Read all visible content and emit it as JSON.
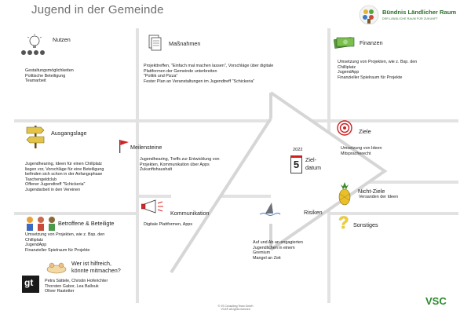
{
  "page": {
    "title": "Jugend in der Gemeinde"
  },
  "header_logo": {
    "name": "Bündnis Ländlicher Raum",
    "tagline": "DER LÄNDLICHE RAUM FÜR ZUKUNFT"
  },
  "panels": {
    "nutzen": {
      "title": "Nutzen",
      "items": [
        "Gestaltungsmöglichkeiten",
        "Politische Beteiligung",
        "Teamarbeit"
      ]
    },
    "massnahmen": {
      "title": "Maßnahmen",
      "items": [
        "Projekttreffen, \"Einfach mal machen lassen\", Vorschläge über digitale",
        "Plattformen der Gemeinde unterbreiten",
        "\"Politik und Pizza\"",
        "Fester Plan an Veranstaltungen im Jugendtreff \"Schickeria\""
      ]
    },
    "finanzen": {
      "title": "Finanzen",
      "items": [
        "Umsetzung von Projekten, wie z. Bsp. den",
        "Chilliplatz",
        "JugendApp",
        "Finanzieller Spielraum für Projekte"
      ]
    },
    "ausgangslage": {
      "title": "Ausgangslage",
      "items": [
        "Jugendhearing, Ideen für einen Chillplatz",
        "liegen vor, Vorschläge für eine Beteiligung",
        "befinden sich schon in der Anfangsphase",
        "Taschengeldclub",
        "Offener Jugendtreff \"Schickeria\"",
        "Jugendarbeit in den Vereinen"
      ]
    },
    "meilensteine": {
      "title": "Meilensteine",
      "items": [
        "Jugendhearing, Treffs zur Entwicklung von",
        "Projekten, Kommunikation über Apps",
        "Zukunftshaushalt"
      ]
    },
    "zieldatum": {
      "year": "2022",
      "day": "5",
      "label_line1": "Ziel-",
      "label_line2": "datum"
    },
    "ziele": {
      "title": "Ziele",
      "items": [
        "Umsetzung von Ideen",
        "Mitspracherecht"
      ]
    },
    "nicht_ziele": {
      "title": "Nicht-Ziele",
      "items": [
        "Versanden der Ideen"
      ]
    },
    "betroffene": {
      "title": "Betroffene & Beteiligte",
      "items": [
        "Umsetzung von Projekten, wie z. Bsp. den",
        "Chilliplatz",
        "JugendApp",
        "Finanzieller Spielraum für Projekte"
      ],
      "helper_line1": "Wer ist hilfreich,",
      "helper_line2": "könnte mitmachen?",
      "people": [
        "Petra Sättele, Christin Hoferichter",
        "Thorsten Gabor, Lea Ballouk",
        "Oliver Rastetter"
      ]
    },
    "kommunikation": {
      "title": "Kommunikation",
      "items": [
        "Digitale Plattformen, Apps"
      ]
    },
    "risiken": {
      "title": "Risiken",
      "items": [
        "Auf und Ab an engagierten",
        "Jugendlichen in einem",
        "Gremium",
        "Mangel an Zeit"
      ]
    },
    "sonstiges": {
      "title": "Sonstiges",
      "items": []
    }
  },
  "footer": {
    "line1": "© VS Consulting Team GmbH",
    "line2": "VCA® all rights reserved",
    "logo": "VSC"
  },
  "gt_logo": "gt",
  "colors": {
    "grid": "#e2e2e2",
    "title": "#6e6e6e",
    "accent_green": "#2a8a2a",
    "flag_red": "#d42020",
    "bulb_yellow": "#f2d21c"
  }
}
